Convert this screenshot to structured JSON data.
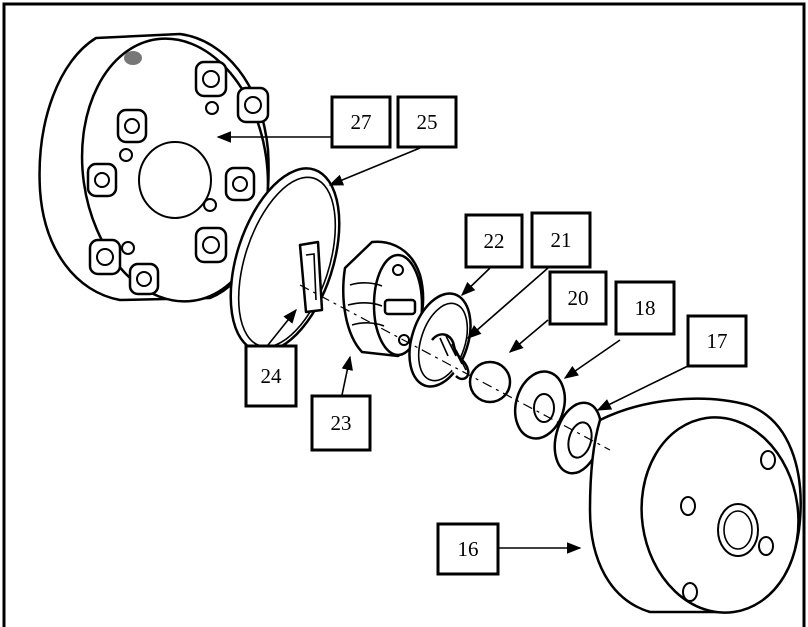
{
  "callouts": [
    {
      "id": "27",
      "text": "27"
    },
    {
      "id": "25",
      "text": "25"
    },
    {
      "id": "22",
      "text": "22"
    },
    {
      "id": "21",
      "text": "21"
    },
    {
      "id": "20",
      "text": "20"
    },
    {
      "id": "18",
      "text": "18"
    },
    {
      "id": "17",
      "text": "17"
    },
    {
      "id": "24",
      "text": "24"
    },
    {
      "id": "23",
      "text": "23"
    },
    {
      "id": "16",
      "text": "16"
    }
  ]
}
